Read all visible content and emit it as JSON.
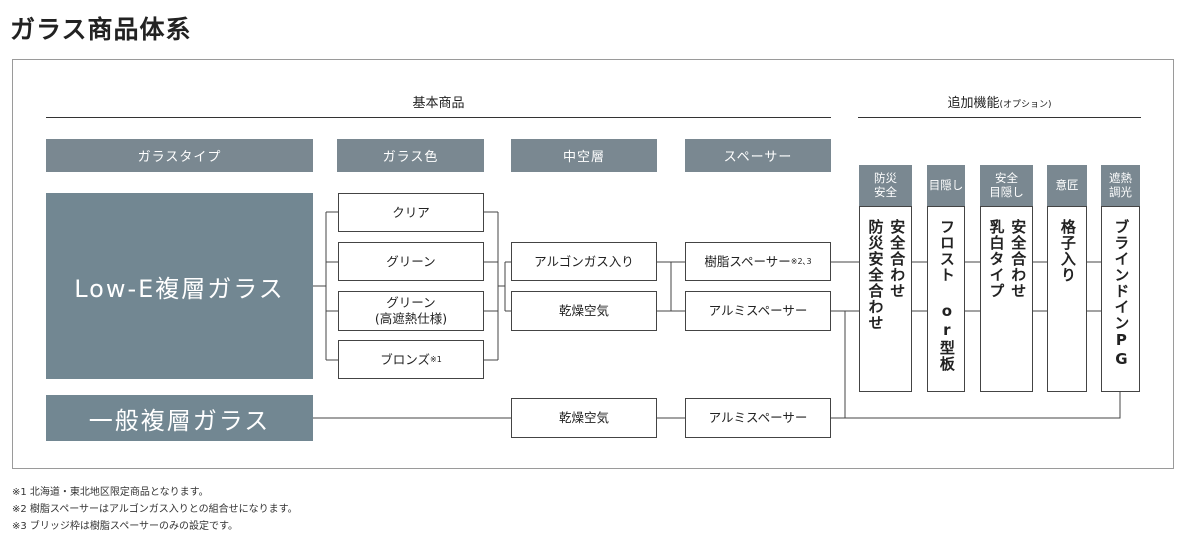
{
  "title": "ガラス商品体系",
  "sections": {
    "basic": "基本商品",
    "options": "追加機能",
    "options_note": "(オプション)"
  },
  "columns": [
    "ガラスタイプ",
    "ガラス色",
    "中空層",
    "スペーサー"
  ],
  "glass_types": [
    "Low-E複層ガラス",
    "一般複層ガラス"
  ],
  "colors": [
    {
      "label": "クリア"
    },
    {
      "label": "グリーン"
    },
    {
      "label": "グリーン\n(高遮熱仕様)"
    },
    {
      "label": "ブロンズ",
      "note": "※1"
    }
  ],
  "hollow_layers": [
    "アルゴンガス入り",
    "乾燥空気",
    "乾燥空気"
  ],
  "spacers": [
    {
      "label": "樹脂スペーサー",
      "note": "※2､3"
    },
    {
      "label": "アルミスペーサー"
    },
    {
      "label": "アルミスペーサー"
    }
  ],
  "options": [
    {
      "header": "防災\n安全",
      "body": "安全合わせ\n防災安全合わせ"
    },
    {
      "header": "目隠し",
      "body": "フロスト\nor型板"
    },
    {
      "header": "安全\n目隠し",
      "body": "安全合わせ\n乳白タイプ"
    },
    {
      "header": "意匠",
      "body": "格子入り"
    },
    {
      "header": "遮熱\n調光",
      "body": "ブラインドインPG"
    }
  ],
  "footnotes": [
    "※1 北海道・東北地区限定商品となります。",
    "※2 樹脂スペーサーはアルゴンガス入りとの組合せになります。",
    "※3 ブリッジ枠は樹脂スペーサーのみの設定です。"
  ],
  "colors_theme": {
    "header": "#7a8891",
    "type_box": "#728792"
  }
}
